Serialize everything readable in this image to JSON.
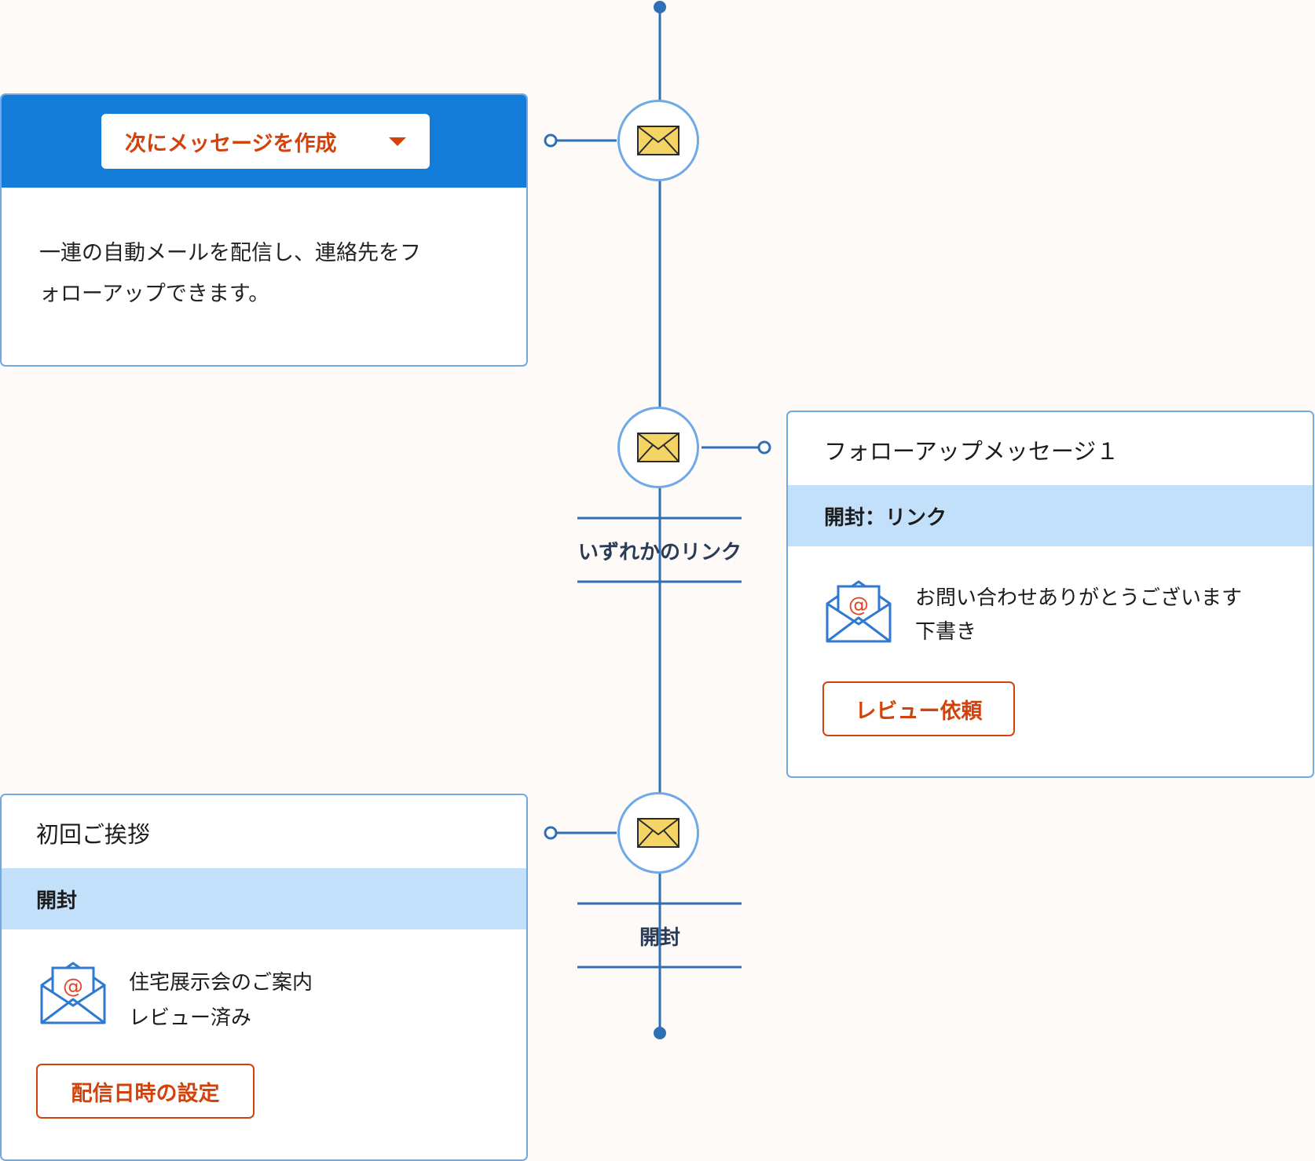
{
  "intro_card": {
    "dropdown_label": "次にメッセージを作成",
    "description_line1": "一連の自動メールを配信し、連絡先をフ",
    "description_line2": "ォローアップできます。"
  },
  "followup_card": {
    "title": "フォローアップメッセージ１",
    "condition": "開封：リンク",
    "email_name": "お問い合わせありがとうございます",
    "status": "下書き",
    "button_label": "レビュー依頼"
  },
  "greeting_card": {
    "title": "初回ご挨拶",
    "condition": "開封",
    "email_name": "住宅展示会のご案内",
    "status": "レビュー済み",
    "button_label": "配信日時の設定"
  },
  "conditions": {
    "any_link": "いずれかのリンク",
    "opened": "開封"
  },
  "colors": {
    "line": "#2f6fb3",
    "node_border": "#6fa9e6",
    "header_blue": "#137cd8",
    "band_blue": "#c3e0fb",
    "accent_red": "#d4420b",
    "envelope_yellow": "#f5d466"
  }
}
